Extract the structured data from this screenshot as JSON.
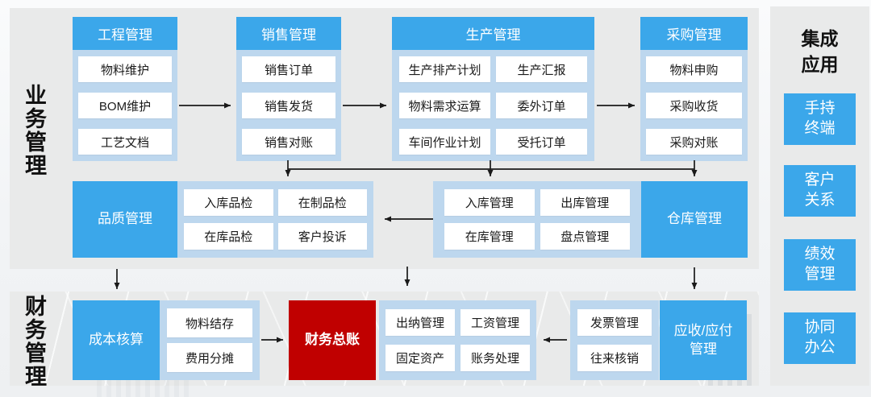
{
  "colors": {
    "accent_blue": "#3BA7EA",
    "light_blue": "#BDD7EE",
    "alert_red": "#C00000",
    "panel_gray": "#E9EAEA"
  },
  "sections": {
    "business_label": "业务管理",
    "finance_label": "财务管理"
  },
  "columns": [
    {
      "header": "工程管理",
      "items": [
        "物料维护",
        "BOM维护",
        "工艺文档"
      ]
    },
    {
      "header": "销售管理",
      "items": [
        "销售订单",
        "销售发货",
        "销售对账"
      ]
    },
    {
      "header": "生产管理",
      "items": [
        "生产排产计划",
        "生产汇报",
        "物料需求运算",
        "委外订单",
        "车间作业计划",
        "受托订单"
      ]
    },
    {
      "header": "采购管理",
      "items": [
        "物料申购",
        "采购收货",
        "采购对账"
      ]
    }
  ],
  "quality": {
    "label": "品质管理",
    "items": [
      "入库品检",
      "在制品检",
      "在库品检",
      "客户投诉"
    ]
  },
  "warehouse": {
    "label": "仓库管理",
    "items": [
      "入库管理",
      "出库管理",
      "在库管理",
      "盘点管理"
    ]
  },
  "finance": {
    "cost": {
      "label": "成本核算",
      "items": [
        "物料结存",
        "费用分摊"
      ]
    },
    "general_ledger": "财务总账",
    "accounting_items": [
      "出纳管理",
      "工资管理",
      "固定资产",
      "账务处理"
    ],
    "receivable": {
      "label": "应收/应付管理",
      "items": [
        "发票管理",
        "往来核销"
      ]
    }
  },
  "integration": {
    "title": "集成应用",
    "apps": [
      "手持终端",
      "客户关系",
      "绩效管理",
      "协同办公"
    ]
  }
}
